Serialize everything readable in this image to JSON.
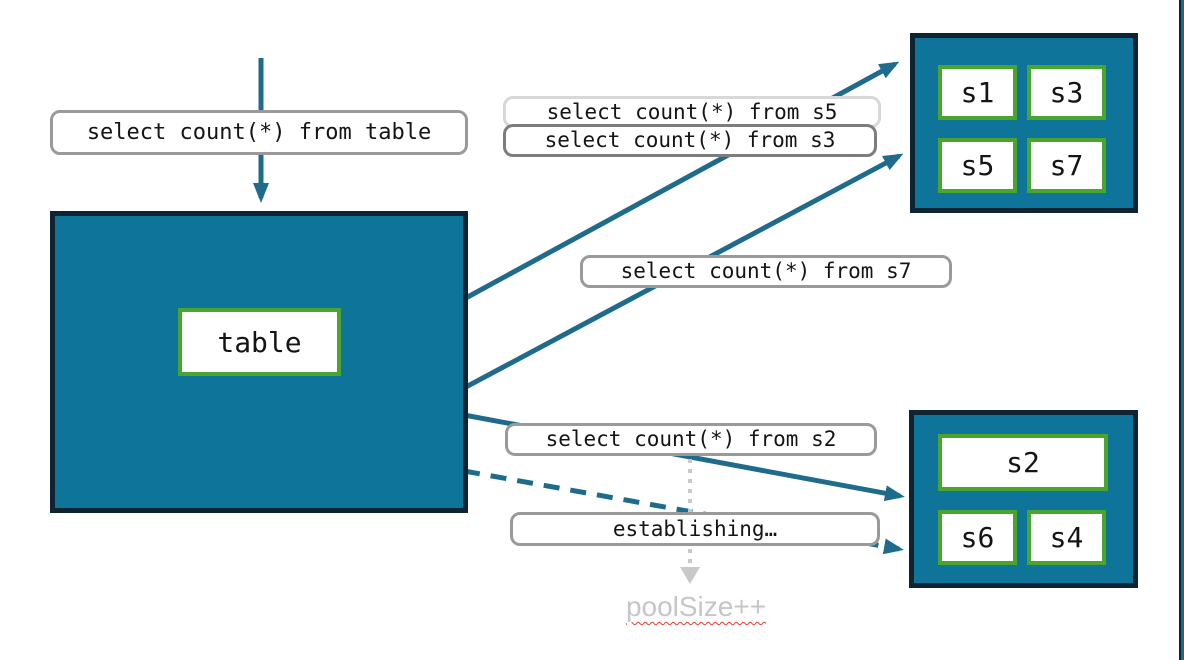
{
  "colors": {
    "node_fill": "#0f7499",
    "node_border": "#0e2433",
    "shard_border_green": "#4aa52e",
    "arrow_teal": "#1f6b8c",
    "label_border": "#9a9a9a",
    "label_border_dark": "#7d7d7d",
    "label_border_light": "#d8d8d8",
    "dotted_arrow_gray": "#c9c9c9",
    "poolsize_text_gray": "#c6c6c6",
    "squiggle_red": "#e0392e"
  },
  "queries": {
    "from_table": "select count(*) from table",
    "from_s5": "select count(*) from s5",
    "from_s3": "select count(*) from s3",
    "from_s7": "select count(*) from s7",
    "from_s2": "select count(*) from s2",
    "establishing": "establishing…"
  },
  "table_node": {
    "label": "table"
  },
  "shard_group_top": {
    "shards": [
      "s1",
      "s3",
      "s5",
      "s7"
    ]
  },
  "shard_group_bottom": {
    "shards": [
      "s2",
      "s6",
      "s4"
    ]
  },
  "annotations": {
    "pool_size": "poolSize++"
  }
}
